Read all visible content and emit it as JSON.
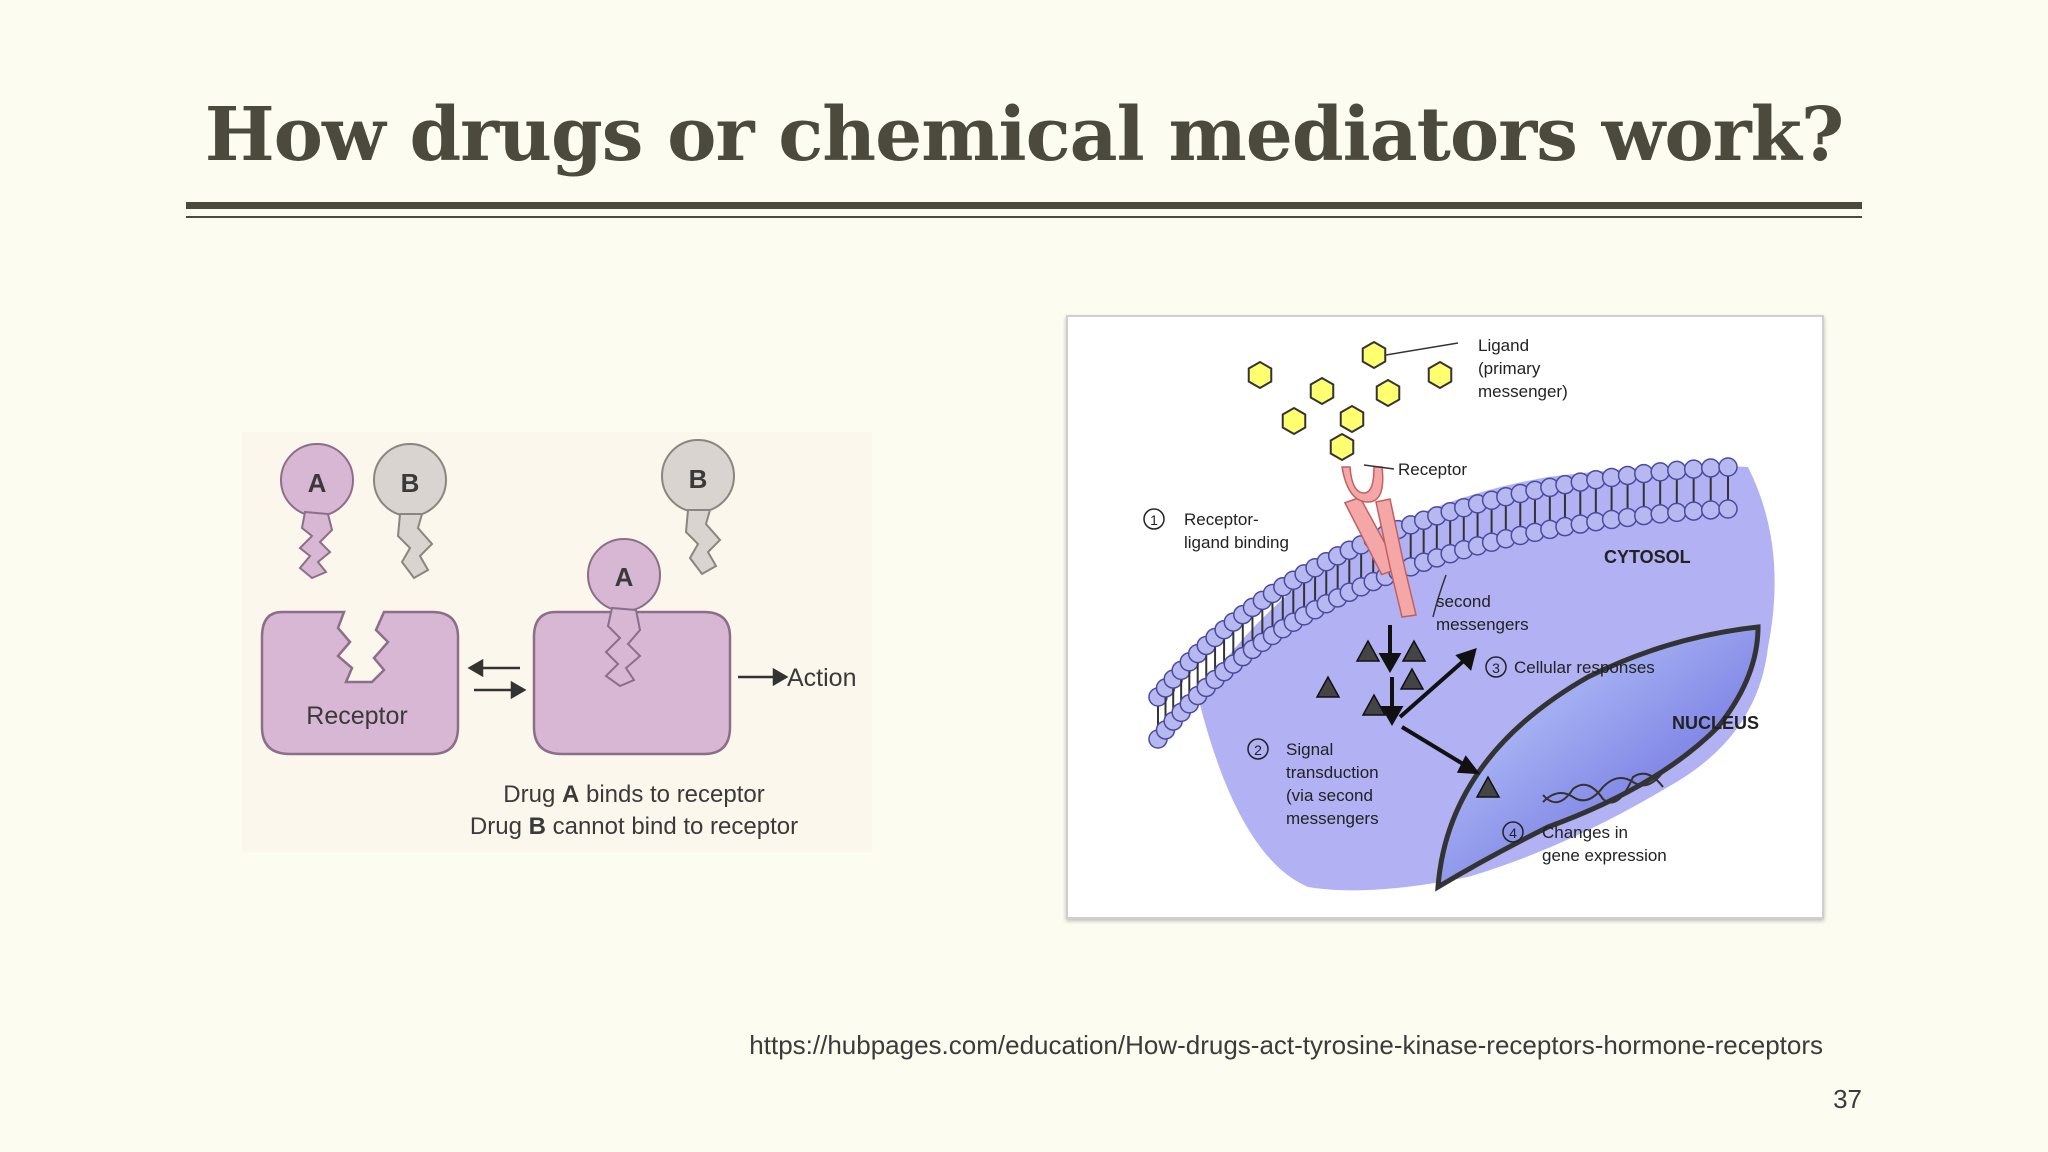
{
  "slide": {
    "title": "How drugs or chemical mediators work?",
    "source_url": "https://hubpages.com/education/How-drugs-act-tyrosine-kinase-receptors-hormone-receptors",
    "page_number": "37"
  },
  "left_figure": {
    "drug_a": "A",
    "drug_b": "B",
    "receptor_label": "Receptor",
    "action_label": "Action",
    "caption_line1_prefix": "Drug ",
    "caption_line1_bold": "A",
    "caption_line1_suffix": " binds to receptor",
    "caption_line2_prefix": "Drug ",
    "caption_line2_bold": "B",
    "caption_line2_suffix": " cannot bind to receptor"
  },
  "right_figure": {
    "ligand_label_1": "Ligand",
    "ligand_label_2": "(primary",
    "ligand_label_3": "messenger)",
    "receptor_label": "Receptor",
    "step1_num": "1",
    "step1_line1": "Receptor-",
    "step1_line2": "ligand binding",
    "cytosol_label": "CYTOSOL",
    "second_messengers_1": "second",
    "second_messengers_2": "messengers",
    "step3_num": "3",
    "step3_label": "Cellular responses",
    "nucleus_label": "NUCLEUS",
    "step2_num": "2",
    "step2_line1": "Signal",
    "step2_line2": "transduction",
    "step2_line3": "(via second",
    "step2_line4": "messengers",
    "step4_num": "4",
    "step4_line1": "Changes in",
    "step4_line2": "gene expression"
  },
  "colors": {
    "background": "#fdfcf1",
    "title": "#4c4a3d",
    "receptor_fill": "#d7b7d4",
    "drug_b_fill": "#d9d4cf",
    "cytosol_fill": "#a9a9f2",
    "ligand_fill": "#ffff70",
    "receptor_protein": "#f5a7a7"
  }
}
